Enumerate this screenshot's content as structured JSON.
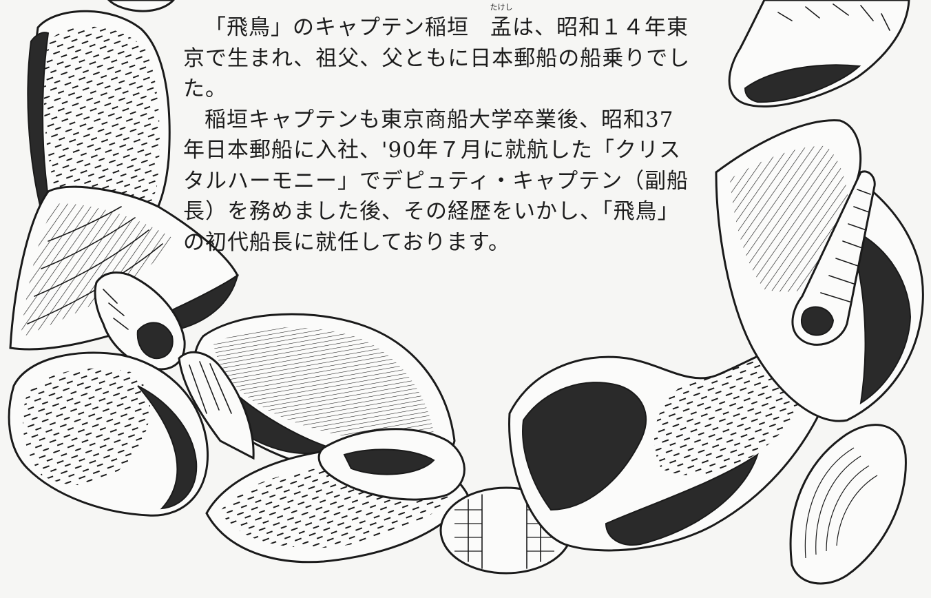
{
  "article": {
    "p1_before": "「飛鳥」のキャプテン稲垣",
    "p1_name_char": "孟",
    "p1_name_ruby": "たけし",
    "p1_after": "は、昭和１４年東京で生まれ、祖父、父ともに日本郵船の船乗りでした。",
    "p2": "稲垣キャプテンも東京商船大学卒業後、昭和37年日本郵船に入社、'90年７月に就航した「クリスタルハーモニー」でデピュティ・キャプテン（副船長）を務めました後、その経歴をいかし、「飛鳥」の初代船長に就任しております。"
  },
  "illustration": {
    "subject": "seashells-frame-engraving",
    "ink_color": "#1a1a1a",
    "paper_color": "#f6f6f4"
  }
}
